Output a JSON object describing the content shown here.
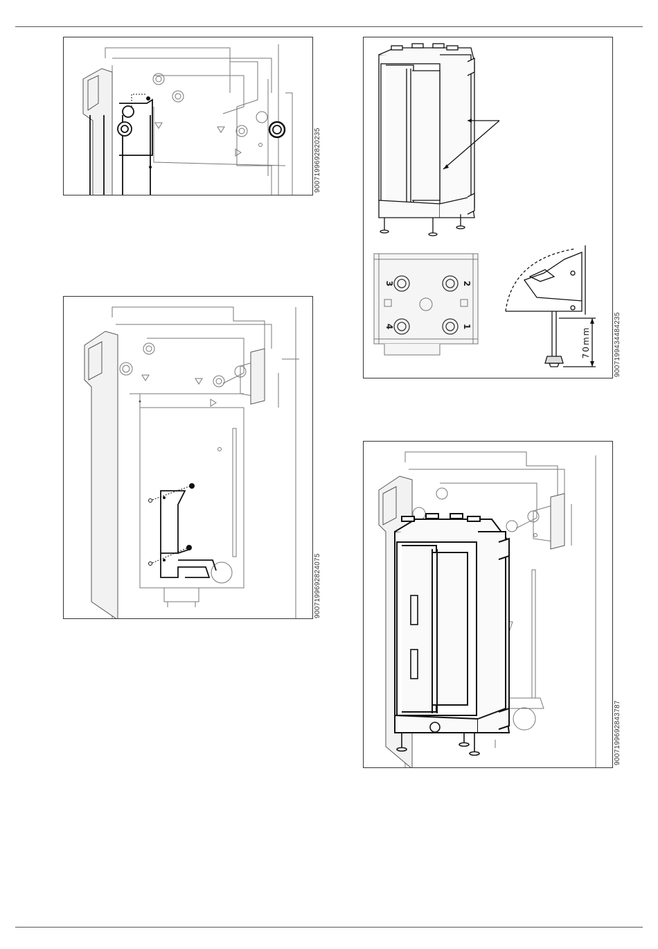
{
  "figures": [
    {
      "id": "9007199692820235"
    },
    {
      "id": "9007199692824075"
    },
    {
      "id": "9007199434484235",
      "dimension": "70mm",
      "ports": [
        "3",
        "2",
        "4",
        "1"
      ]
    },
    {
      "id": "9007199692843787"
    }
  ]
}
